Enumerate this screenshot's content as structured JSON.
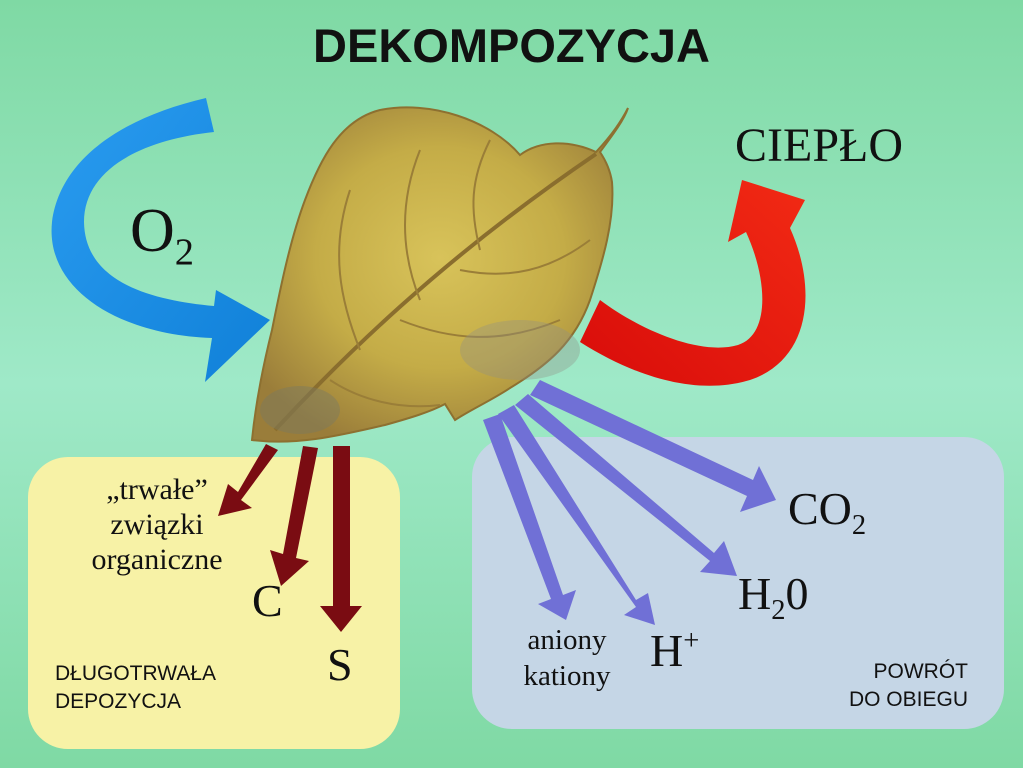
{
  "title": "DEKOMPOZYCJA",
  "inputs": {
    "oxygen": {
      "base": "O",
      "sub": "2"
    }
  },
  "outputs": {
    "heat": "CIEPŁO"
  },
  "deposition_box": {
    "items": {
      "compounds_line1": "„trwałe”",
      "compounds_line2": "związki",
      "compounds_line3": "organiczne",
      "carbon": "C",
      "sulfur": "S"
    },
    "caption_line1": "DŁUGOTRWAŁA",
    "caption_line2": "DEPOZYCJA"
  },
  "cycle_box": {
    "items": {
      "co2": {
        "base": "CO",
        "sub": "2"
      },
      "water": {
        "base1": "H",
        "sub": "2",
        "base2": "0"
      },
      "hydrogen_ion": {
        "base": "H",
        "sup": "+"
      },
      "ions_line1": "aniony",
      "ions_line2": "kationy"
    },
    "caption_line1": "POWRÓT",
    "caption_line2": "DO OBIEGU"
  },
  "colors": {
    "background": "#8fe3b6",
    "deposition_box": "#f7f2a6",
    "cycle_box": "#c5d6e6",
    "oxygen_arrow": "#1a8fe6",
    "heat_arrow": "#e8140e",
    "deposition_arrows": "#7a0c12",
    "cycle_arrows": "#7070d6",
    "leaf": "#c9b24a"
  }
}
